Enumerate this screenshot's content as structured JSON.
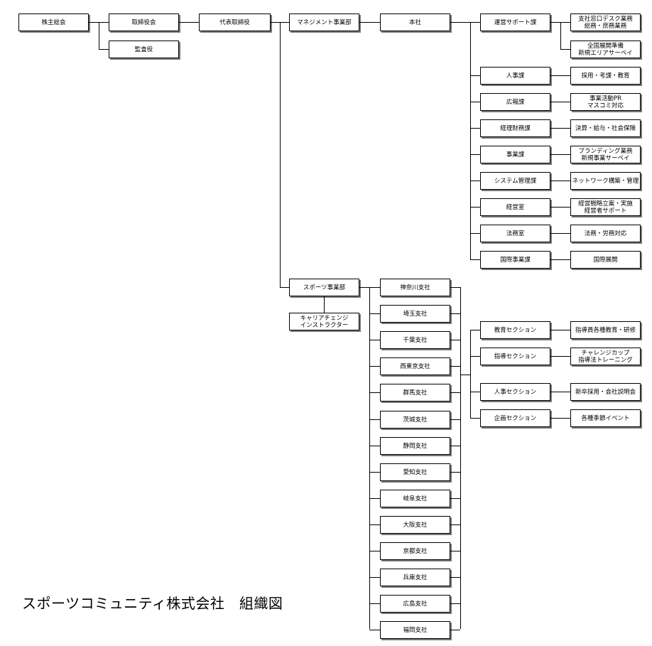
{
  "title": "スポーツコミュニティ株式会社　組織図",
  "nodes": {
    "shareholders": "株主総会",
    "board": "取締役会",
    "auditor": "監査役",
    "ceo": "代表取締役",
    "mgmt_div": "マネジメント事業部",
    "head_office": "本社",
    "ops_support": "運営サポート課",
    "ops_support_t1": "支社窓口デスク業務\n総務・庶務業務",
    "ops_support_t2": "全国展開準備\n新規エリアサーベイ",
    "hr": "人事課",
    "hr_t": "採用・考課・教育",
    "pr": "広報課",
    "pr_t": "事業活動PR\nマスコミ対応",
    "finance": "経理財務課",
    "finance_t": "決算・給与・社会保険",
    "business": "事業課",
    "business_t": "ブランディング業務\n新規事業サーベイ",
    "system": "システム管理課",
    "system_t": "ネットワーク構築・管理",
    "mgmt_office": "経営室",
    "mgmt_office_t": "経営戦略立案・実施\n経営者サポート",
    "legal": "法務室",
    "legal_t": "法務・労務対応",
    "intl": "国際事業課",
    "intl_t": "国際展開",
    "sports_div": "スポーツ事業部",
    "career": "キャリアチェンジ\nインストラクター",
    "edu_sec": "教育セクション",
    "edu_sec_t": "指導員各種教育・研修",
    "coach_sec": "指導セクション",
    "coach_sec_t": "チャレンジカップ\n指導法トレーニング",
    "hr_sec": "人事セクション",
    "hr_sec_t": "新卒採用・会社説明会",
    "plan_sec": "企画セクション",
    "plan_sec_t": "各種季節イベント"
  },
  "branches": [
    "神奈川支社",
    "埼玉支社",
    "千葉支社",
    "西東京支社",
    "群馬支社",
    "茨城支社",
    "静岡支社",
    "愛知支社",
    "岐阜支社",
    "大阪支社",
    "京都支社",
    "兵庫支社",
    "広島支社",
    "福岡支社"
  ]
}
